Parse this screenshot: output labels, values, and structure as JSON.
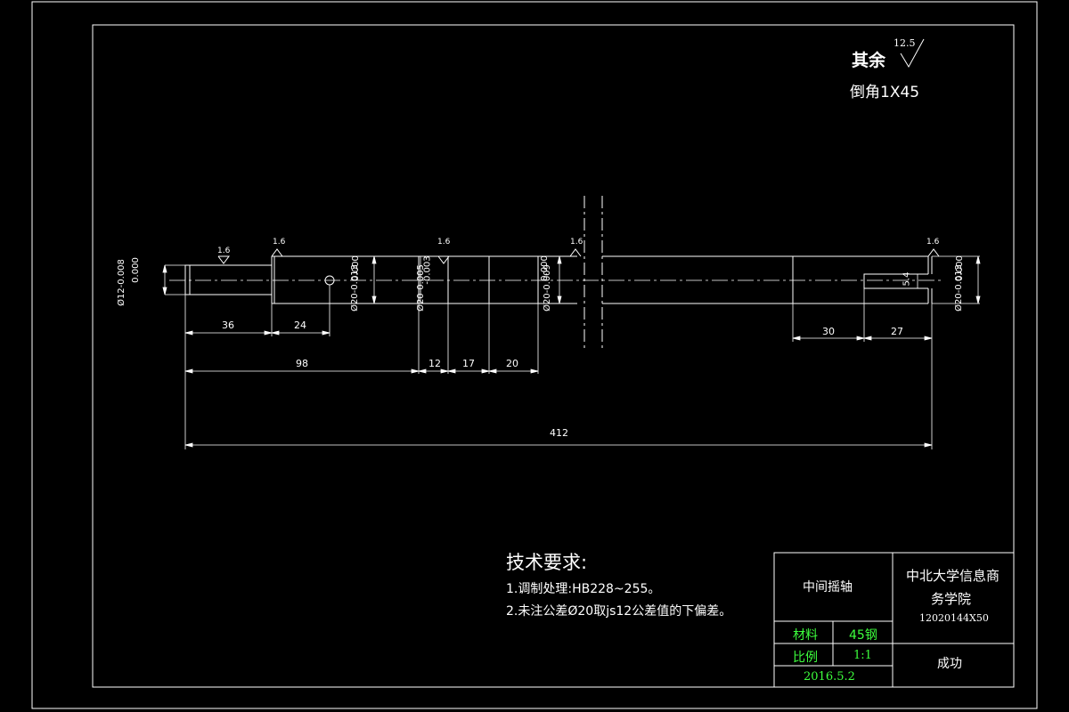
{
  "notes": {
    "rest_finish_label": "其余",
    "rest_finish_value": "12.5",
    "chamfer": "倒角1X45"
  },
  "roughness": {
    "r1": "1.6",
    "r2": "1.6",
    "r3": "1.6",
    "r4": "1.6",
    "r5": "1.6"
  },
  "diameters": {
    "d1": "Ø12-0.008",
    "d1_upper": "0.000",
    "d2": "Ø20-0.013",
    "d2_upper": "0.000",
    "d3": "Ø20-0.005",
    "d3_lower": "-0.003",
    "d4": "Ø20-0.009",
    "d4_upper": "0.000",
    "d5": "Ø20-0.013",
    "d5_upper": "0.000",
    "keyway_depth": "5.4"
  },
  "dimensions": {
    "d36": "36",
    "d24": "24",
    "d98": "98",
    "d12": "12",
    "d17": "17",
    "d20": "20",
    "d412": "412",
    "d30": "30",
    "d27": "27"
  },
  "tech": {
    "title": "技术要求:",
    "line1": "1.调制处理:HB228~255。",
    "line2": "2.未注公差Ø20取js12公差值的下偏差。"
  },
  "title_block": {
    "part_name": "中间摇轴",
    "school_line1": "中北大学信息商",
    "school_line2": "务学院",
    "student_id": "12020144X50",
    "material_label": "材料",
    "material_value": "45钢",
    "scale_label": "比例",
    "scale_value": "1:1",
    "date": "2016.5.2",
    "author": "成功"
  },
  "colors": {
    "background": "#000000",
    "lines": "#ffffff",
    "title_block_text": "#3dff3d"
  }
}
